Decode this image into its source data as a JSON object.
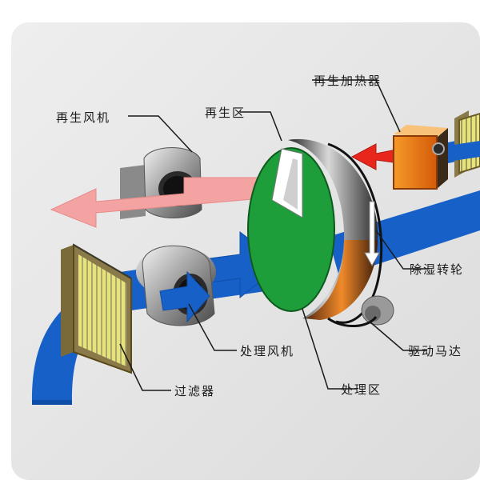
{
  "labels": {
    "regen_fan": "再生风机",
    "regen_zone": "再生区",
    "regen_heater": "再生加热器",
    "desiccant_wheel": "除湿转轮",
    "process_fan": "处理风机",
    "drive_motor": "驱动马达",
    "filter": "过滤器",
    "process_zone": "处理区"
  },
  "colors": {
    "panel": "#e6e6e6",
    "process_air": "#1760c8",
    "regen_air": "#f4a3a3",
    "heated_air": "#e8261c",
    "wheel_face": "#1e9e3a",
    "filter_yellow": "#e6e07a",
    "heater_orange": "#f07c16"
  }
}
